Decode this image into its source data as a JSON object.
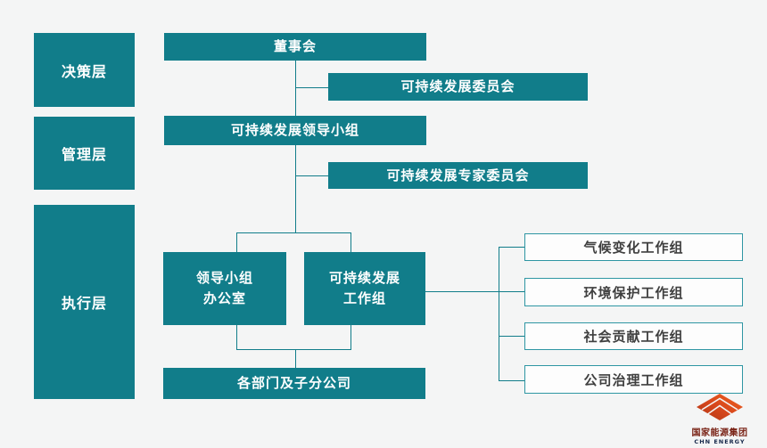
{
  "palette": {
    "teal": "#117d8a",
    "background": "#f4f5f5",
    "box_text_light": "#ffffff",
    "outline_box_border": "#2e96a3",
    "outline_box_fill": "#fdfdfd",
    "outline_box_text": "#3f3f3f",
    "logo_red_dark": "#b03616",
    "logo_red_bright": "#f0621e",
    "logo_cn_text": "#7a2417",
    "logo_en_text": "#16284a"
  },
  "layers": [
    {
      "label": "决策层"
    },
    {
      "label": "管理层"
    },
    {
      "label": "执行层"
    }
  ],
  "nodes": {
    "board": "董事会",
    "sd_committee": "可持续发展委员会",
    "sd_leading_group": "可持续发展领导小组",
    "sd_expert_committee": "可持续发展专家委员会",
    "leading_group_office_line1": "领导小组",
    "leading_group_office_line2": "办公室",
    "sd_working_group_line1": "可持续发展",
    "sd_working_group_line2": "工作组",
    "departments": "各部门及子分公司"
  },
  "working_groups": [
    "气候变化工作组",
    "环境保护工作组",
    "社会贡献工作组",
    "公司治理工作组"
  ],
  "logo": {
    "name_cn": "国家能源集团",
    "name_en": "CHN ENERGY"
  }
}
